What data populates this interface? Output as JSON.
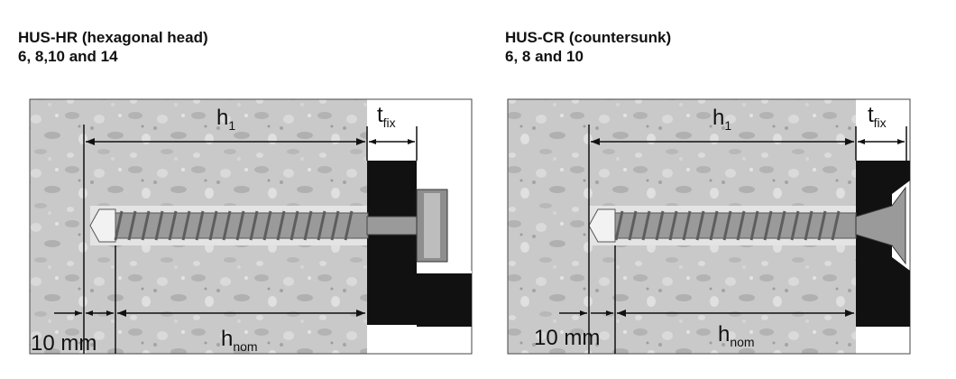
{
  "left_diagram": {
    "title": "HUS-HR (hexagonal head)",
    "subtitle": "6, 8,10 and 14",
    "h1_label": "h",
    "h1_sub": "1",
    "tfix_label": "t",
    "tfix_sub": "fix",
    "edge_label": "10 mm",
    "hnom_label": "h",
    "hnom_sub": "nom"
  },
  "right_diagram": {
    "title": "HUS-CR (countersunk)",
    "subtitle": "6, 8 and 10",
    "h1_label": "h",
    "h1_sub": "1",
    "tfix_label": "t",
    "tfix_sub": "fix",
    "edge_label": "10 mm",
    "hnom_label": "h",
    "hnom_sub": "nom"
  },
  "colors": {
    "concrete": "#c9c9c9",
    "aggregate": "#a8a8a8",
    "fixture": "#111111",
    "screw": "#8a8a8a",
    "line": "#111111"
  }
}
